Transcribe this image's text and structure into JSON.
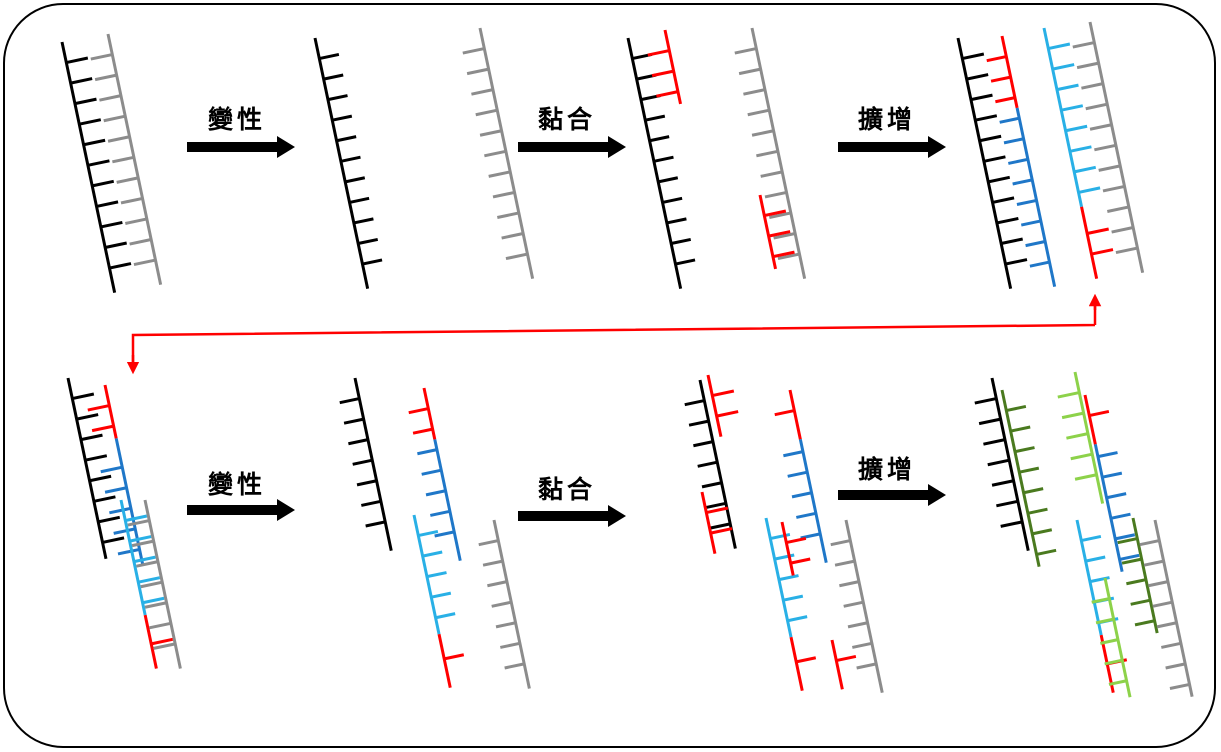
{
  "steps": {
    "row1": {
      "denature": "變性",
      "anneal": "黏合",
      "extend": "擴增"
    },
    "row2": {
      "denature": "變性",
      "anneal": "黏合",
      "extend": "擴增"
    }
  },
  "colors": {
    "template_strand_a": "#000000",
    "template_strand_b": "#8c8c8c",
    "primer": "#ff0000",
    "new_strand_a": "#1f77c8",
    "new_strand_b": "#29b0e6",
    "new_strand_c": "#4a7a1f",
    "new_strand_d": "#8dd24a",
    "cycle_arrow": "#ff0000",
    "step_arrow": "#000000"
  }
}
